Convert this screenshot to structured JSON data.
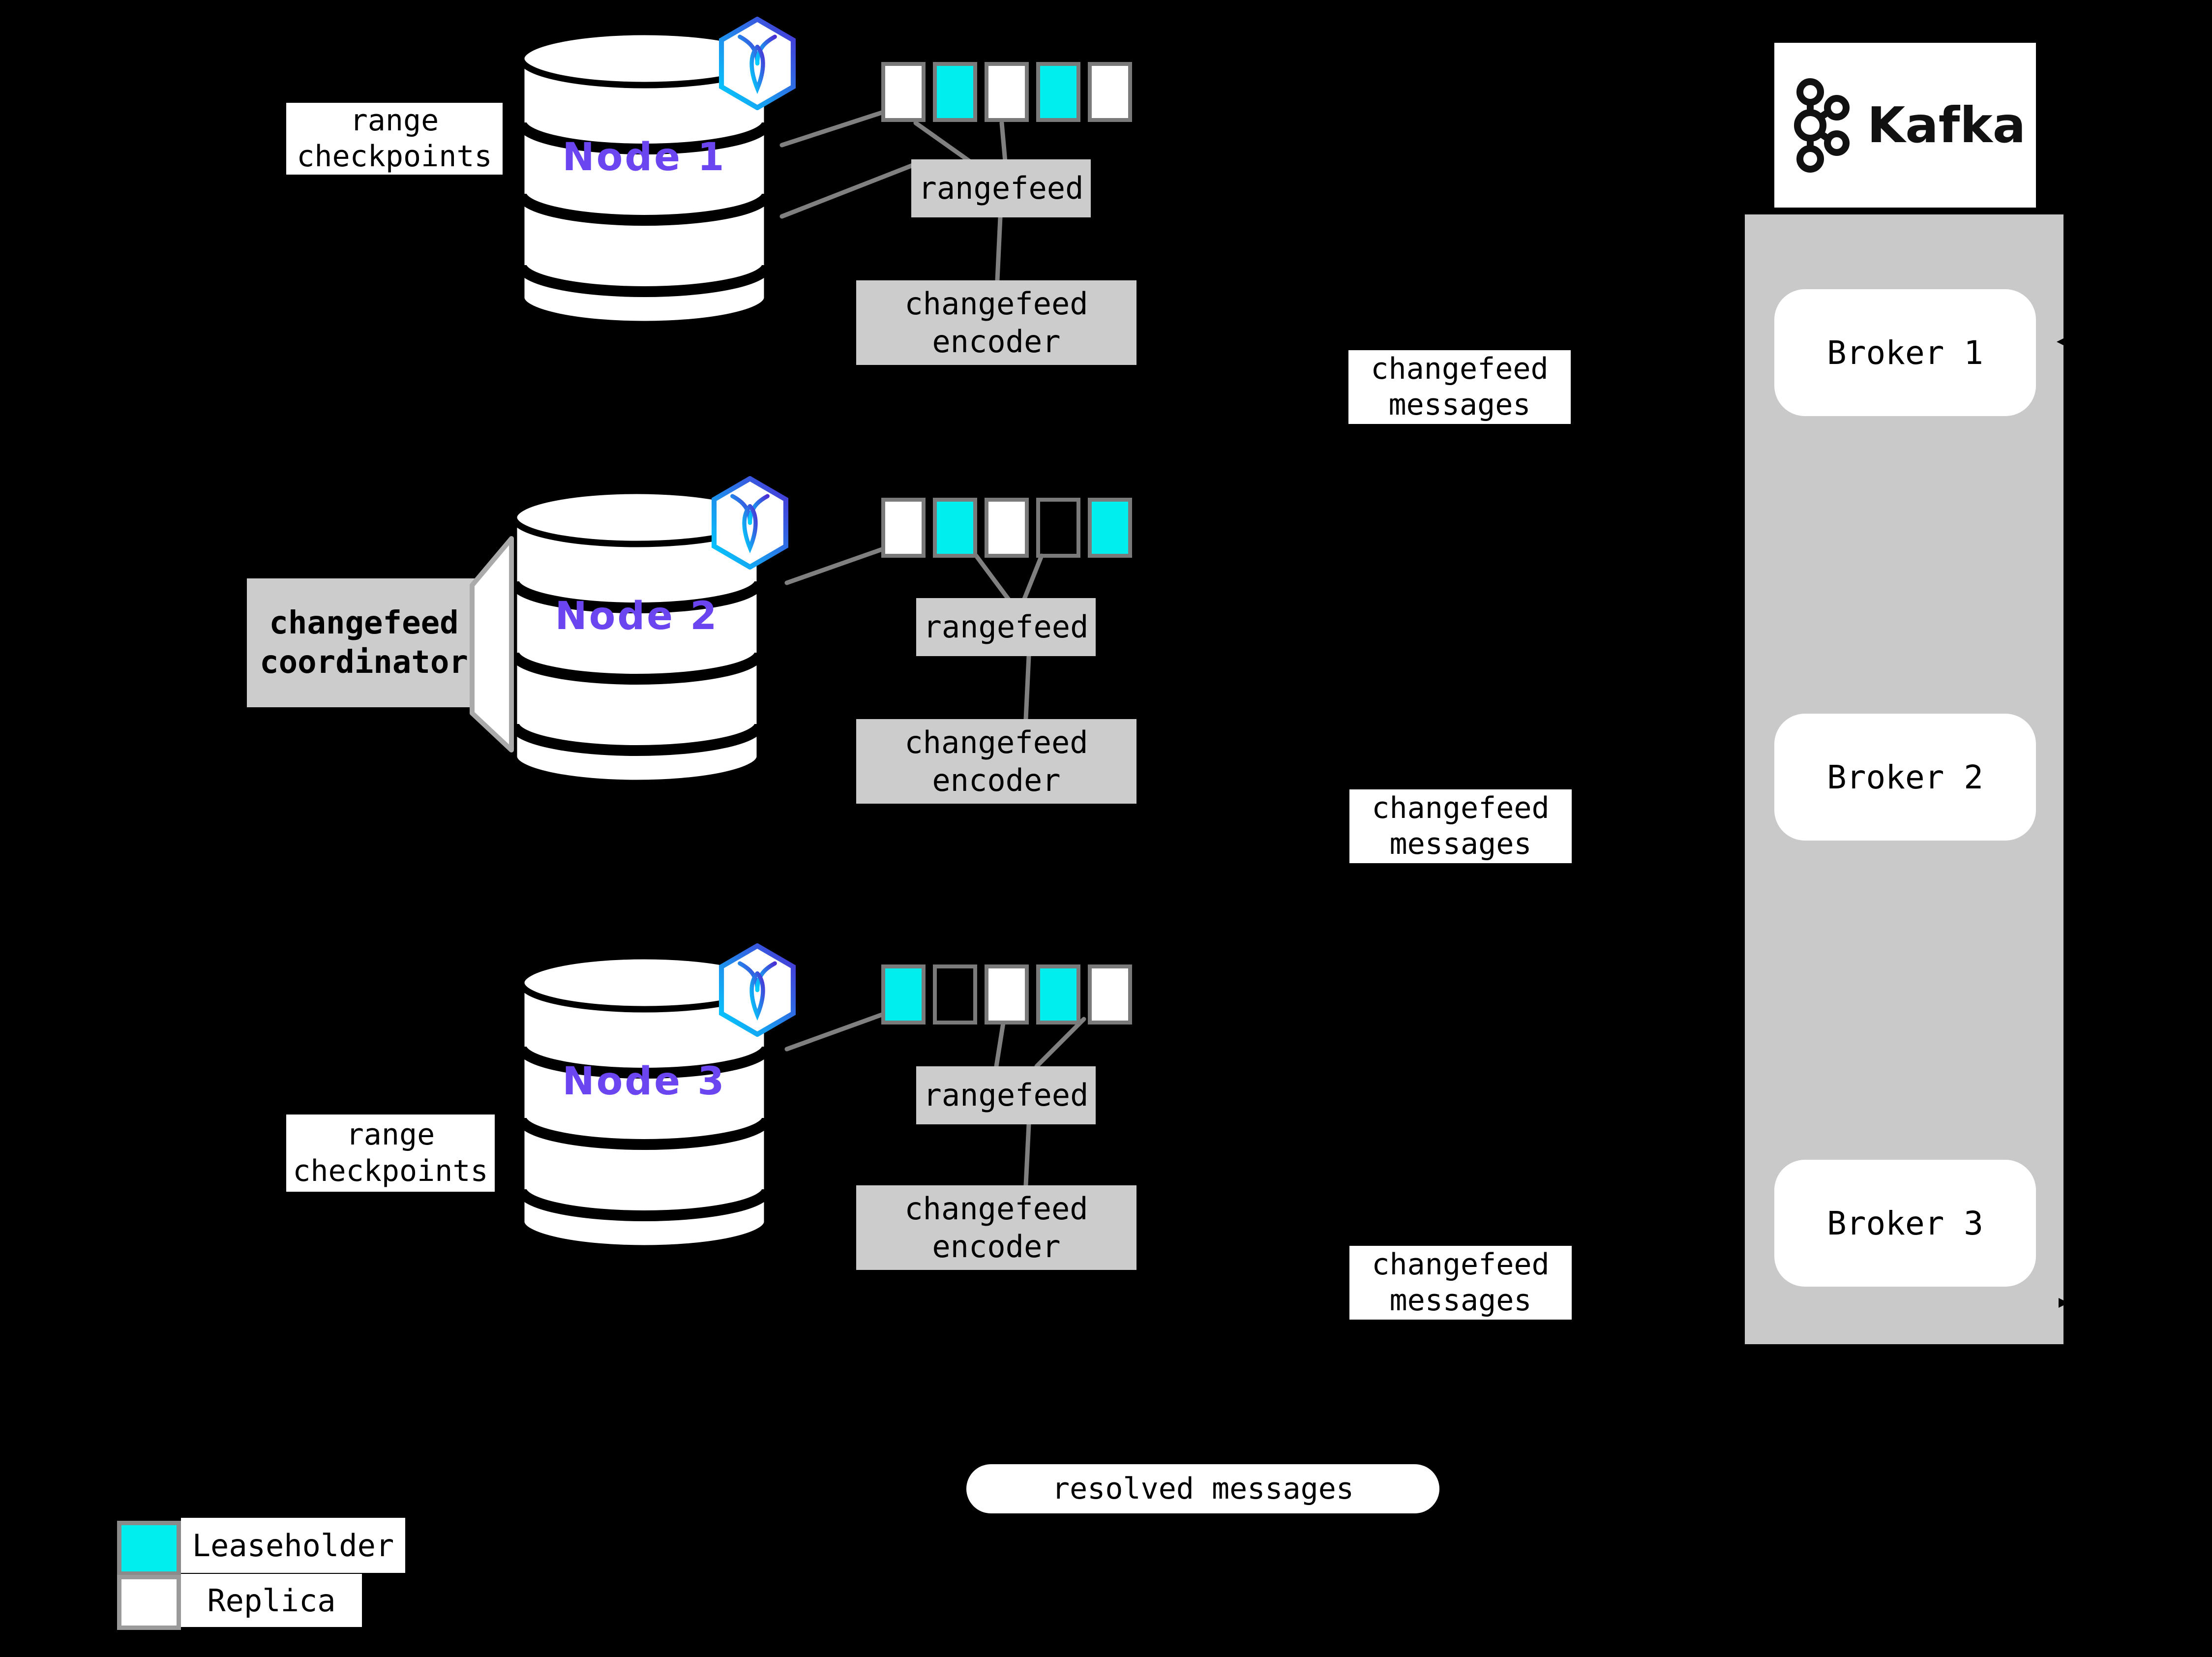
{
  "colors": {
    "background": "#000000",
    "leaseholder": "#00eeee",
    "replica": "#ffffff",
    "node_text": "#6b46f0",
    "kafka_panel": "#c9c9c9",
    "gray_box": "#cccccc",
    "connector_line": "#808080"
  },
  "nodes": [
    {
      "name": "Node 1",
      "squares": [
        "replica",
        "leaseholder",
        "replica",
        "leaseholder",
        "replica"
      ]
    },
    {
      "name": "Node 2",
      "squares": [
        "replica",
        "leaseholder",
        "replica",
        "empty",
        "leaseholder"
      ]
    },
    {
      "name": "Node 3",
      "squares": [
        "leaseholder",
        "empty",
        "replica",
        "leaseholder",
        "replica"
      ]
    }
  ],
  "labels": {
    "range_checkpoints": {
      "line1": "range",
      "line2": "checkpoints"
    },
    "rangefeed": "rangefeed",
    "changefeed_encoder": {
      "line1": "changefeed",
      "line2": "encoder"
    },
    "changefeed_messages": {
      "line1": "changefeed",
      "line2": "messages"
    },
    "coordinator": {
      "line1": "changefeed",
      "line2": "coordinator"
    },
    "resolved_messages": "resolved messages"
  },
  "kafka": {
    "title": "Kafka",
    "brokers": [
      "Broker 1",
      "Broker 2",
      "Broker 3"
    ]
  },
  "legend": [
    {
      "label": "Leaseholder",
      "type": "leaseholder"
    },
    {
      "label": "Replica",
      "type": "replica"
    }
  ]
}
